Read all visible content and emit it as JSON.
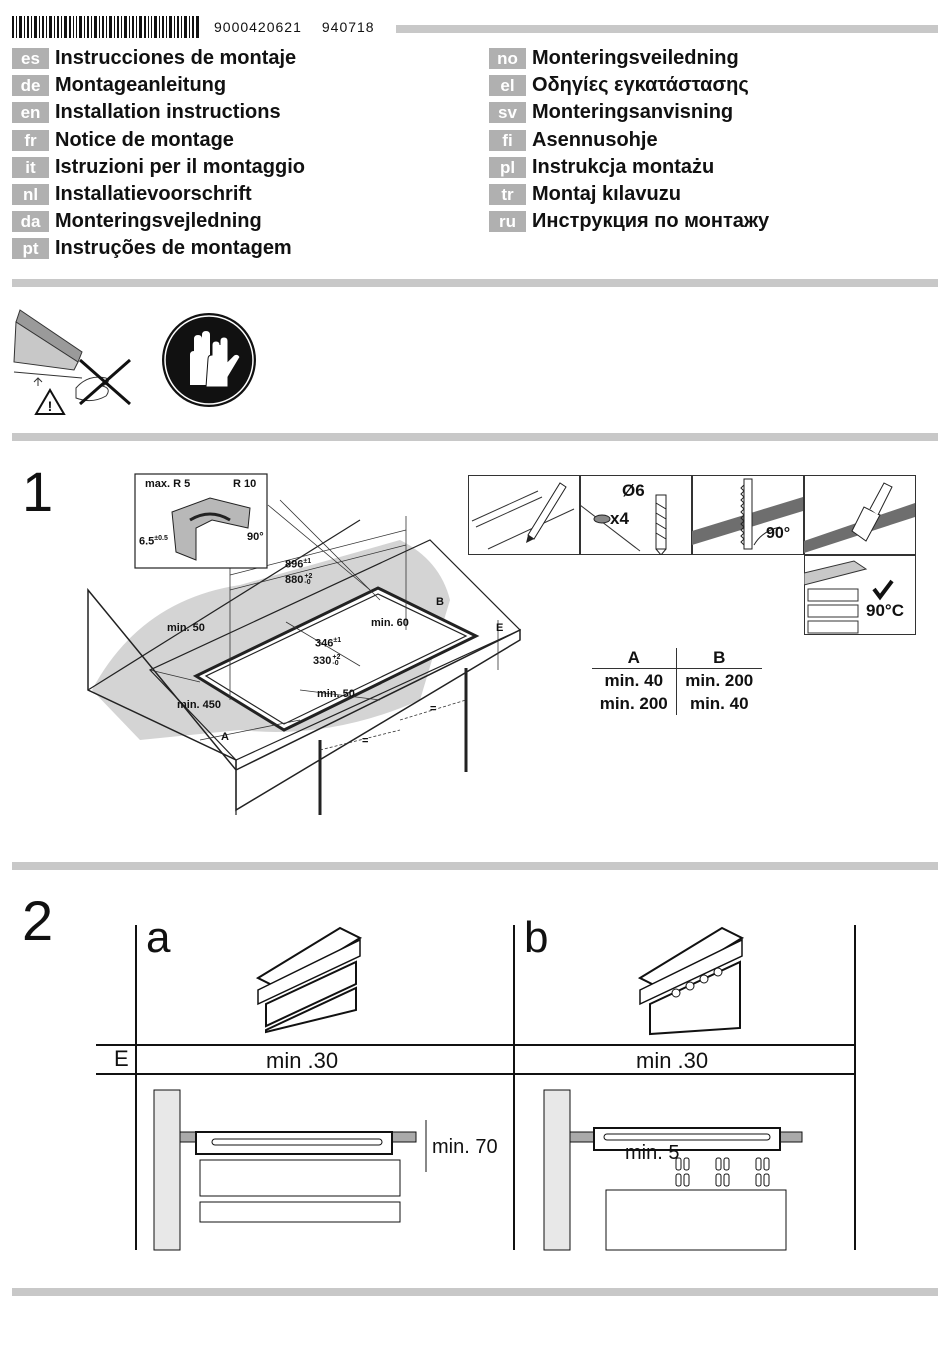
{
  "header": {
    "doc_number": "9000420621",
    "doc_code": "940718"
  },
  "languages_left": [
    {
      "code": "es",
      "title": "Instrucciones de montaje"
    },
    {
      "code": "de",
      "title": "Montageanleitung"
    },
    {
      "code": "en",
      "title": "Installation instructions"
    },
    {
      "code": "fr",
      "title": "Notice de montage"
    },
    {
      "code": "it",
      "title": "Istruzioni per il montaggio"
    },
    {
      "code": "nl",
      "title": "Installatievoorschrift"
    },
    {
      "code": "da",
      "title": "Monteringsvejledning"
    },
    {
      "code": "pt",
      "title": "Instruções de montagem"
    }
  ],
  "languages_right": [
    {
      "code": "no",
      "title": "Monteringsveiledning"
    },
    {
      "code": "el",
      "title": "Οδηγίες εγκατάστασης"
    },
    {
      "code": "sv",
      "title": "Monteringsanvisning"
    },
    {
      "code": "fi",
      "title": "Asennusohje"
    },
    {
      "code": "pl",
      "title": "Instrukcja montażu"
    },
    {
      "code": "tr",
      "title": "Montaj kılavuzu"
    },
    {
      "code": "ru",
      "title": "Инструкция по монтажу"
    }
  ],
  "step1": {
    "number": "1",
    "detail": {
      "max_r": "max. R 5",
      "r": "R 10",
      "thickness": "6.5",
      "thickness_tol": "±0.5",
      "angle": "90°"
    },
    "dims": {
      "outer_w": "896",
      "outer_w_tol": "±1",
      "cut_w": "880",
      "cut_w_tol_plus": "+2",
      "cut_w_tol_minus": "-0",
      "outer_d": "346",
      "outer_d_tol": "±1",
      "cut_d": "330",
      "cut_d_tol_plus": "+2",
      "cut_d_tol_minus": "-0",
      "min_50_left": "min. 50",
      "min_60": "min. 60",
      "min_50_front": "min. 50",
      "min_450": "min. 450",
      "a": "A",
      "b": "B",
      "e": "E",
      "eq": "="
    },
    "tool_panels": {
      "drill": "Ø6",
      "screws": "x4",
      "angle": "90°",
      "temp": "90°C"
    },
    "ab_table": {
      "headers": [
        "A",
        "B"
      ],
      "rows": [
        [
          "min. 40",
          "min. 200"
        ],
        [
          "min. 200",
          "min. 40"
        ]
      ]
    }
  },
  "step2": {
    "number": "2",
    "a": {
      "letter": "a",
      "e_value": "min .30",
      "gap": "min. 70"
    },
    "b": {
      "letter": "b",
      "e_value": "min .30",
      "gap": "min. 5"
    },
    "e_label": "E"
  },
  "colors": {
    "rule": "#c8c8c8",
    "badge": "#b0b0b0",
    "shade": "#d4d4d4",
    "dark": "#777777"
  }
}
